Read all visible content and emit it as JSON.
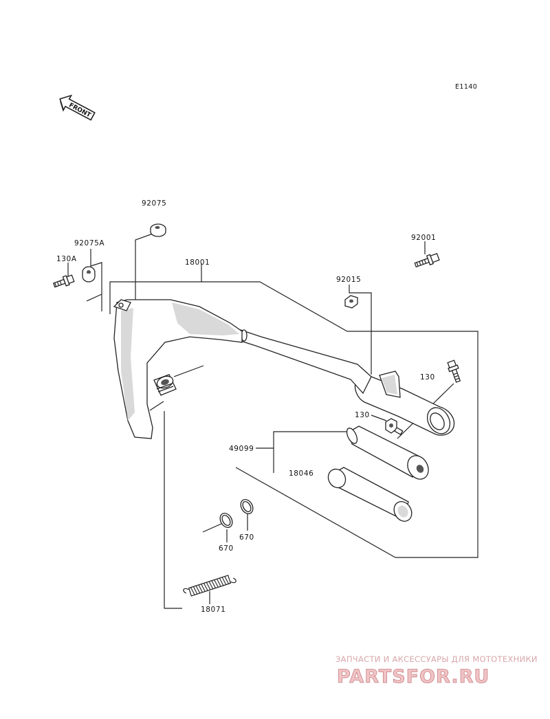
{
  "diagram_code": "E1140",
  "front_arrow_text": "FRONT",
  "parts": {
    "p92075": "92075",
    "p92075A": "92075A",
    "p130A": "130A",
    "p18001": "18001",
    "p92001": "92001",
    "p92015": "92015",
    "p130_upper": "130",
    "p130_lower": "130",
    "p49099": "49099",
    "p18046": "18046",
    "p670_left": "670",
    "p670_right": "670",
    "p18071": "18071"
  },
  "watermark": {
    "tagline": "ЗАПЧАСТИ И АКСЕССУАРЫ ДЛЯ МОТОТЕХНИКИ",
    "brand": "PARTSFOR.RU"
  }
}
